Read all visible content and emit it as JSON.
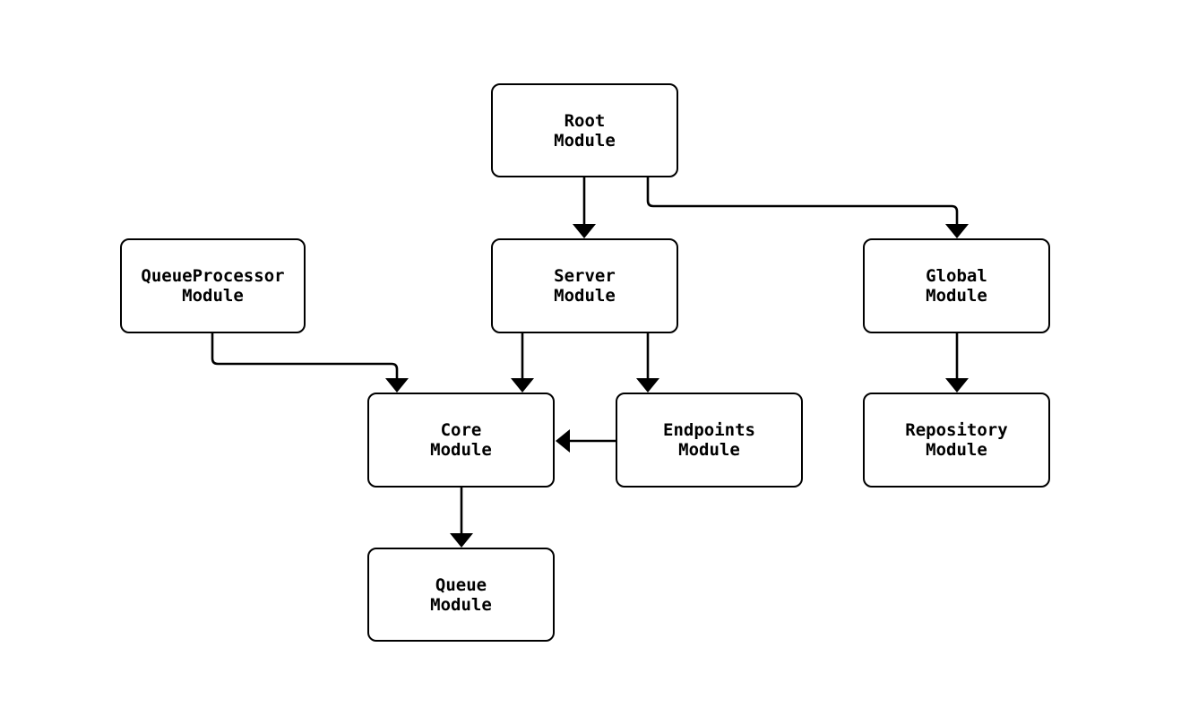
{
  "diagram": {
    "type": "flowchart",
    "background_color": "#ffffff",
    "style": {
      "node_fill": "#ffffff",
      "node_border_color": "#000000",
      "edge_color": "#000000",
      "text_color": "#000000"
    },
    "nodes": [
      {
        "id": "root",
        "label": "Root\nModule"
      },
      {
        "id": "queueProcessor",
        "label": "QueueProcessor\nModule"
      },
      {
        "id": "server",
        "label": "Server\nModule"
      },
      {
        "id": "global",
        "label": "Global\nModule"
      },
      {
        "id": "core",
        "label": "Core\nModule"
      },
      {
        "id": "endpoints",
        "label": "Endpoints\nModule"
      },
      {
        "id": "repository",
        "label": "Repository\nModule"
      },
      {
        "id": "queue",
        "label": "Queue\nModule"
      }
    ],
    "edges": [
      {
        "from": "root",
        "to": "server"
      },
      {
        "from": "root",
        "to": "global"
      },
      {
        "from": "queueProcessor",
        "to": "core"
      },
      {
        "from": "server",
        "to": "core"
      },
      {
        "from": "server",
        "to": "endpoints"
      },
      {
        "from": "endpoints",
        "to": "core"
      },
      {
        "from": "global",
        "to": "repository"
      },
      {
        "from": "core",
        "to": "queue"
      }
    ]
  }
}
